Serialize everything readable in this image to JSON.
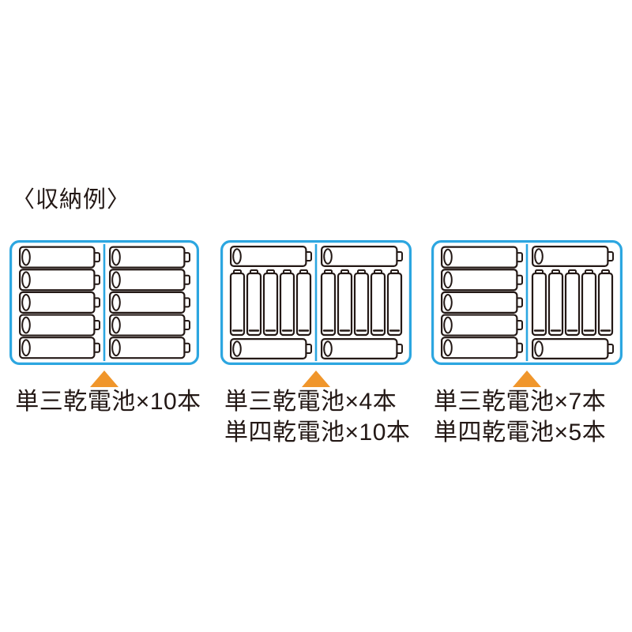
{
  "title": "〈収納例〉",
  "colors": {
    "background": "#FFFFFF",
    "box_border": "#2CA6E0",
    "battery_stroke": "#231815",
    "triangle": "#F0962B",
    "text": "#231815"
  },
  "panels": [
    {
      "name": "case-1",
      "halves": [
        "aa-horizontal-5",
        "aa-horizontal-5"
      ],
      "aa_count": 10,
      "aaa_count": 0,
      "label_lines": [
        "単三乾電池×10本"
      ]
    },
    {
      "name": "case-2",
      "halves": [
        "aa-aaa-sandwich",
        "aa-aaa-sandwich"
      ],
      "aa_count": 4,
      "aaa_count": 10,
      "label_lines": [
        "単三乾電池×4本",
        "単四乾電池×10本"
      ]
    },
    {
      "name": "case-3",
      "halves": [
        "aa-horizontal-5",
        "aa-aaa-sandwich"
      ],
      "aa_count": 7,
      "aaa_count": 5,
      "label_lines": [
        "単三乾電池×7本",
        "単四乾電池×5本"
      ]
    }
  ]
}
